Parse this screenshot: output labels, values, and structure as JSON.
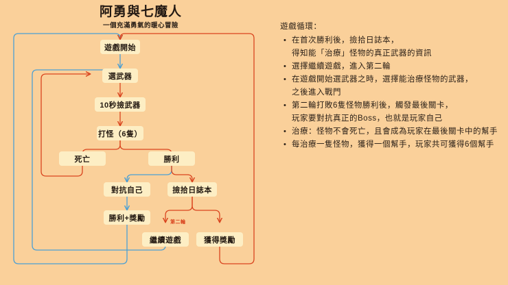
{
  "header": {
    "title": "阿勇與七魔人",
    "subtitle": "一個充滿勇氣的暖心冒險"
  },
  "colors": {
    "background": "#fad09a",
    "node_fill": "#fdeec4",
    "arrow_red": "#d9441e",
    "arrow_blue": "#4a9fd4",
    "text": "#241a12"
  },
  "flowchart": {
    "nodes": [
      {
        "id": "start",
        "label": "遊戲開始"
      },
      {
        "id": "pickweap",
        "label": "選武器"
      },
      {
        "id": "grab10s",
        "label": "10秒撿武器"
      },
      {
        "id": "fight",
        "label": "打怪（6隻）"
      },
      {
        "id": "death",
        "label": "死亡"
      },
      {
        "id": "victory",
        "label": "勝利"
      },
      {
        "id": "selffight",
        "label": "對抗自己"
      },
      {
        "id": "journal",
        "label": "撿拾日誌本"
      },
      {
        "id": "winreward",
        "label": "勝利+獎勵"
      },
      {
        "id": "continue",
        "label": "繼續遊戲"
      },
      {
        "id": "reward",
        "label": "獲得獎勵"
      }
    ],
    "edge_labels": [
      {
        "id": "round2",
        "label": "第二輪"
      }
    ]
  },
  "notes": {
    "heading": "遊戲循環：",
    "items": [
      {
        "line1": "在首次勝利後，撿拾日誌本，",
        "line2": "得知能「治療」怪物的真正武器的資訊"
      },
      {
        "line1": "選擇繼續遊戲，進入第二輪",
        "line2": ""
      },
      {
        "line1": "在遊戲開始選武器之時，選擇能治療怪物的武器，",
        "line2": "之後進入戰門"
      },
      {
        "line1": "第二輪打敗6隻怪物勝利後，觸發最後關卡，",
        "line2": "玩家要對抗真正的Boss，也就是玩家自己"
      },
      {
        "line1": "治療：怪物不會死亡，且會成為玩家在最後關卡中的幫手",
        "line2": ""
      },
      {
        "line1": "每治療一隻怪物，獲得一個幫手，玩家共可獲得6個幫手",
        "line2": ""
      }
    ]
  }
}
